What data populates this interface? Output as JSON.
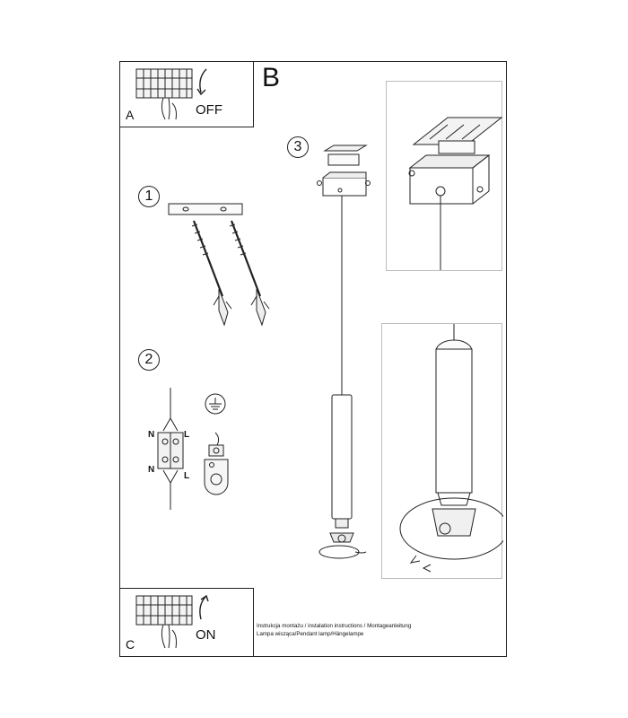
{
  "panel_a": {
    "letter": "A",
    "state": "OFF"
  },
  "panel_b": {
    "letter": "B"
  },
  "panel_c": {
    "letter": "C",
    "state": "ON"
  },
  "steps": [
    "1",
    "2",
    "3"
  ],
  "wiring": {
    "n_top": "N",
    "l_top": "L",
    "n_bot": "N",
    "l_bot": "L"
  },
  "footer": {
    "line1": "Instrukcja montażu / instalation instructions / Montageanleitung",
    "line2": "Lampa wisząca/Pendant lamp/Hängelampe"
  }
}
